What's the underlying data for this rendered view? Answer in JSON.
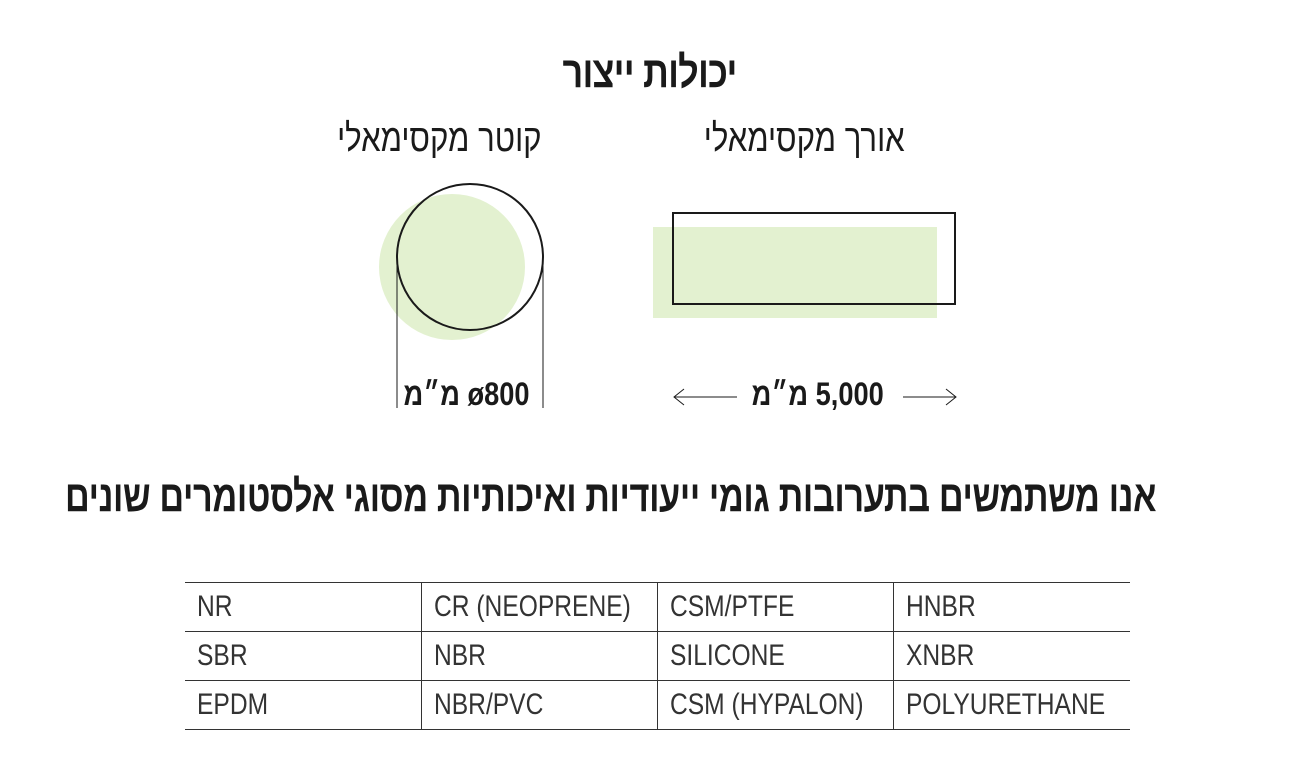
{
  "title": "יכולות ייצור",
  "diameter": {
    "label": "קוטר מקסימאלי",
    "value": "ø800 מ״מ"
  },
  "length": {
    "label": "אורך מקסימאלי",
    "value": "5,000 מ״מ"
  },
  "subtitle": "אנו משתמשים בתערובות גומי ייעודיות ואיכותיות מסוגי אלסטומרים שונים",
  "colors": {
    "accent_fill": "#e3f1d0",
    "stroke": "#1a1a1a"
  },
  "materials": [
    [
      "NR",
      "CR (NEOPRENE)",
      "CSM/PTFE",
      "HNBR"
    ],
    [
      "SBR",
      "NBR",
      "SILICONE",
      "XNBR"
    ],
    [
      "EPDM",
      "NBR/PVC",
      "CSM (HYPALON)",
      "POLYURETHANE"
    ]
  ]
}
